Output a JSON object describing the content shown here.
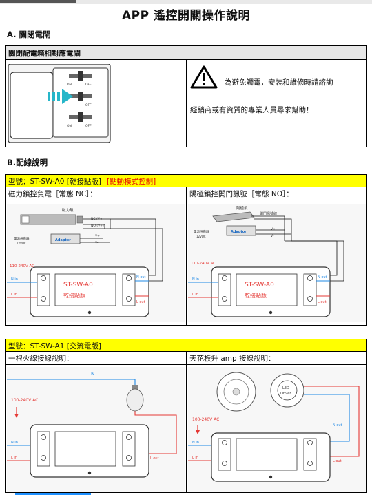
{
  "page_title": "APP 遙控開關操作說明",
  "section_a": {
    "title": "A. 關閉電閘",
    "box_header": "關閉配電箱相對應電閘",
    "switch_label": "OFF",
    "switch_on_label": "ON",
    "warning_line1": "為避免觸電，安裝和維修時請諮詢",
    "warning_line2": "經銷商或有資質的專業人員尋求幫助！"
  },
  "section_b": {
    "title": "B.配線說明",
    "model_a0": {
      "header": "型號：ST-SW-A0 [乾接點版]",
      "mode": "[點動模式控制]",
      "left_col": "磁力鎖控負電［常態 NC］：",
      "right_col": "陽極鎖控開門訊號［常態 NO］：",
      "left_diagram": {
        "lock_label": "磁力鎖",
        "neg_label": "NC (V-)",
        "pos_label": "NO (V+)",
        "supply_label": "電源供應器",
        "supply_sub": "12VDC",
        "adaptor_label": "Adaptor",
        "vplus": "V+",
        "vminus": "V-",
        "voltage": "110-240V AC",
        "nin": "N in",
        "lin": "L in",
        "nout": "N out",
        "lout": "L out",
        "device_line1": "ST-SW-A0",
        "device_line2": "乾接點版"
      },
      "right_diagram": {
        "lock_label": "陽極鎖",
        "signal_label": "開門訊號線",
        "supply_label": "電源供應器",
        "supply_sub": "12VDC",
        "adaptor_label": "Adaptor",
        "vplus": "V+",
        "vminus": "V-",
        "voltage": "110-240V AC",
        "nin": "N in",
        "lin": "L in",
        "nout": "N out",
        "lout": "L out",
        "device_line1": "ST-SW-A0",
        "device_line2": "乾接點版"
      }
    },
    "model_a1": {
      "header": "型號：ST-SW-A1 [交流電版]",
      "left_col": "一根火線接線說明：",
      "right_col": "天花板升 amp 接線說明：",
      "left_diagram": {
        "n_label": "N",
        "voltage": "100-240V AC",
        "nin": "N in",
        "lin": "L in",
        "lout": "L out"
      },
      "right_diagram": {
        "led_line1": "LED",
        "led_line2": "Driver",
        "voltage": "100-240V AC",
        "nin": "N in",
        "lin": "L in",
        "nout": "N out",
        "lout": "L out"
      }
    }
  },
  "colors": {
    "live": "#e53935",
    "neutral": "#1e88e5",
    "accent_yellow": "#ffff00",
    "arrow_teal": "#27b6c9"
  }
}
